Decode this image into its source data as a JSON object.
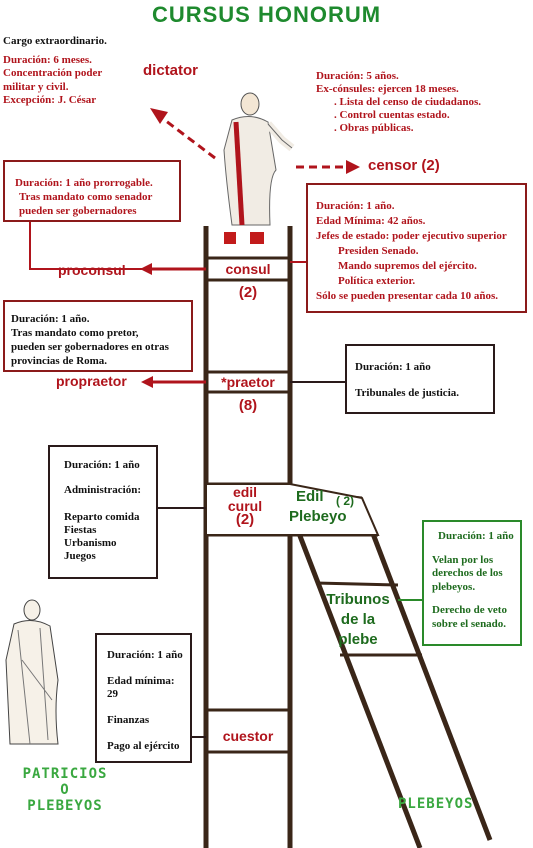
{
  "title": "CURSUS HONORUM",
  "dictator": {
    "label": "dictator",
    "info": [
      "Cargo extraordinario.",
      "Duración: 6 meses.",
      "Concentración poder",
      "militar y civil.",
      "Excepción: J. César"
    ]
  },
  "censor": {
    "label": "censor (2)",
    "info": [
      "Duración:  5 años.",
      "Ex-cónsules: ejercen 18 meses.",
      ". Lista del censo de ciudadanos.",
      ". Control cuentas estado.",
      ".  Obras públicas."
    ]
  },
  "proconsul": {
    "label": "proconsul",
    "info": [
      "Duración: 1 año prorrogable.",
      "Tras mandato como senador",
      "pueden ser gobernadores"
    ]
  },
  "consul": {
    "label": "consul",
    "count": "(2)",
    "info": [
      "Duración: 1 año.",
      "Edad Mínima: 42 años.",
      "Jefes de estado: poder ejecutivo superior",
      "Presiden Senado.",
      "Mando supremos del ejército.",
      "Política exterior.",
      "Sólo se pueden presentar cada 10 años."
    ]
  },
  "propraetor": {
    "label": "propraetor",
    "info": [
      "Duración: 1 año.",
      "Tras  mandato como pretor,",
      "pueden ser gobernadores en otras",
      "provincias  de Roma."
    ]
  },
  "praetor": {
    "label": "*praetor",
    "count": "(8)",
    "info": [
      "Duración: 1 año",
      "Tribunales  de justicia."
    ]
  },
  "edil_curul": {
    "label_1": "edil",
    "label_2": "curul",
    "count": "(2)",
    "info": [
      "Duración: 1 año",
      "Administración:",
      "Reparto comida",
      "Fiestas",
      "Urbanismo",
      "Juegos"
    ]
  },
  "edil_plebeyo": {
    "label_1": "Edil",
    "count": "( 2)",
    "label_2": "Plebeyo"
  },
  "tribunos": {
    "label_1": "Tribunos",
    "label_2": "de    la",
    "label_3": "plebe",
    "info": [
      "Duración: 1 año",
      "Velan por los",
      "derechos de los",
      "plebeyos.",
      "Derecho de veto",
      "sobre el senado."
    ]
  },
  "cuestor": {
    "label": "cuestor",
    "info": [
      "Duración: 1 año",
      "Edad mínima: 29",
      "Finanzas",
      "Pago al ejército"
    ]
  },
  "patricios": {
    "line_1": "PATRICIOS",
    "line_2": "O",
    "line_3": "PLEBEYOS"
  },
  "plebeyos": {
    "label": "PLEBEYOS"
  },
  "colors": {
    "title": "#1e8a2e",
    "red": "#b0141c",
    "green": "#2a8a2a",
    "ladder": "#3a2618"
  }
}
